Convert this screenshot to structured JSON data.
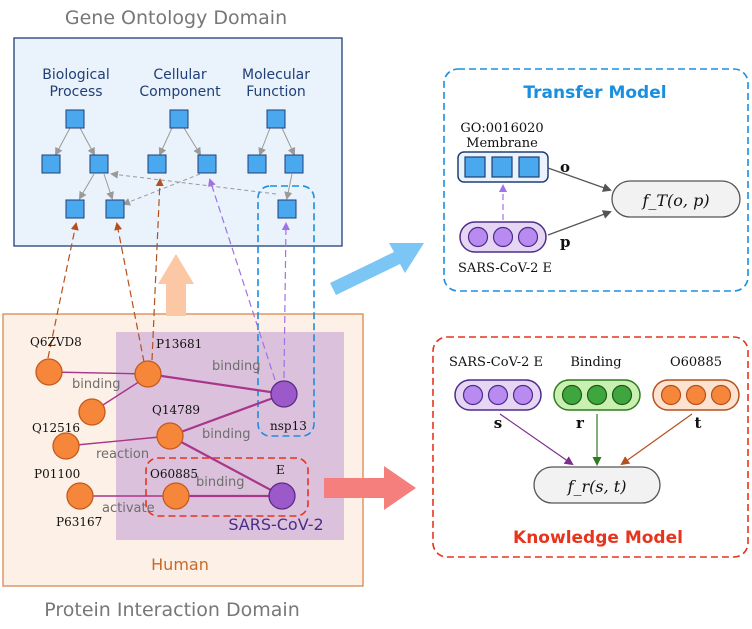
{
  "domains": {
    "go_title": "Gene Ontology Domain",
    "pi_title": "Protein Interaction Domain",
    "human_label": "Human",
    "sars_label": "SARS-CoV-2"
  },
  "go_categories": {
    "bp_line1": "Biological",
    "bp_line2": "Process",
    "cc_line1": "Cellular",
    "cc_line2": "Component",
    "mf_line1": "Molecular",
    "mf_line2": "Function"
  },
  "proteins": {
    "q6zvd8": "Q6ZVD8",
    "q12516": "Q12516",
    "p01100": "P01100",
    "p63167": "P63167",
    "p13681": "P13681",
    "q14789": "Q14789",
    "o60885": "O60885",
    "nsp13": "nsp13",
    "e": "E"
  },
  "edge_labels": {
    "binding_1": "binding",
    "binding_2": "binding",
    "binding_3": "binding",
    "binding_4": "binding",
    "reaction": "reaction",
    "activate": "activate"
  },
  "transfer_model": {
    "title": "Transfer Model",
    "go_id": "GO:0016020",
    "go_name": "Membrane",
    "o_symbol": "o",
    "p_symbol": "p",
    "protein_label": "SARS-CoV-2 E",
    "function": "f_T(o, p)"
  },
  "knowledge_model": {
    "title": "Knowledge Model",
    "s_label": "SARS-CoV-2 E",
    "r_label": "Binding",
    "t_label": "O60885",
    "s_symbol": "s",
    "r_symbol": "r",
    "t_symbol": "t",
    "function": "f_r(s, t)"
  },
  "colors": {
    "go_fill": "#eaf2fb",
    "go_border": "#1f3f77",
    "go_node": "#4aa8ee",
    "human_fill": "#fdf0e6",
    "human_border": "#d98850",
    "sars_fill": "#dcc1dc",
    "human_node": "#f5863a",
    "human_node_stroke": "#c35a1e",
    "virus_node": "#9b59c9",
    "virus_node_stroke": "#5b2c83",
    "interaction": "#a8368b",
    "blue_accent": "#1a8fe0",
    "red_accent": "#e8341c",
    "green_node": "#3fa63f",
    "green_fill": "#c8f0b0",
    "purple_fill": "#e7d6f3",
    "orange_fill": "#fde3cf"
  }
}
